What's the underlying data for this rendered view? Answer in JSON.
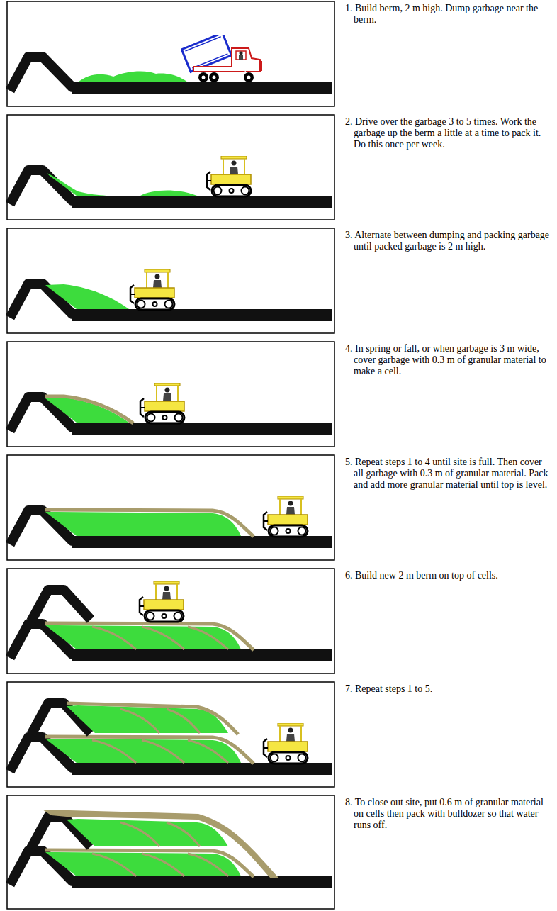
{
  "diagram": {
    "labels": [
      "1. Build berm, 2 m high. Dump garbage near the berm.",
      "2. Drive over the garbage 3 to 5 times. Work the garbage up the berm a little at a time to pack it. Do this once per week.",
      "3. Alternate between dumping and packing garbage until packed garbage is 2 m high.",
      "4. In spring or fall, or when garbage is 3 m wide, cover garbage with 0.3 m of granular material to make a cell.",
      "5. Repeat steps 1 to 4 until site is full. Then cover all garbage with 0.3 m of granular material. Pack and add more granular material until top is level.",
      "6. Build new 2 m berm on top of cells.",
      "7. Repeat steps 1 to 5.",
      "8. To close out site, put 0.6 m of granular material on cells then pack with bulldozer so that water runs off."
    ]
  }
}
